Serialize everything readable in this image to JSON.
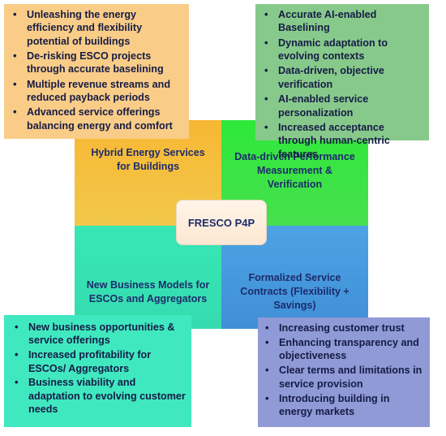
{
  "center_label": "FRESCO P4P",
  "quadrants": {
    "top_left": "Hybrid Energy Services for Buildings",
    "top_right": "Data-driven Performance Measurement & Verification",
    "bottom_left": "New Business Models for ESCOs and Aggregators",
    "bottom_right": "Formalized Service Contracts (Flexibility + Savings)"
  },
  "boxes": {
    "top_left": [
      "Unleashing the energy efficiency and flexibility potential of buildings",
      "De-risking ESCO projects through accurate baselining",
      "Multiple revenue streams and reduced payback periods",
      "Advanced service offerings balancing energy and comfort"
    ],
    "top_right": [
      "Accurate AI-enabled Baselining",
      "Dynamic adaptation to evolving contexts",
      "Data-driven, objective verification",
      "AI-enabled service personalization",
      "Increased acceptance through human-centric features"
    ],
    "bottom_left": [
      "New business opportunities & service offerings",
      "Increased profitability for ESCOs/ Aggregators",
      "Business viability and adaptation to evolving customer needs"
    ],
    "bottom_right": [
      "Increasing customer trust",
      "Enhancing transparency and objectiveness",
      "Clear terms and limitations in service provision",
      "Introducing building in energy markets"
    ]
  }
}
